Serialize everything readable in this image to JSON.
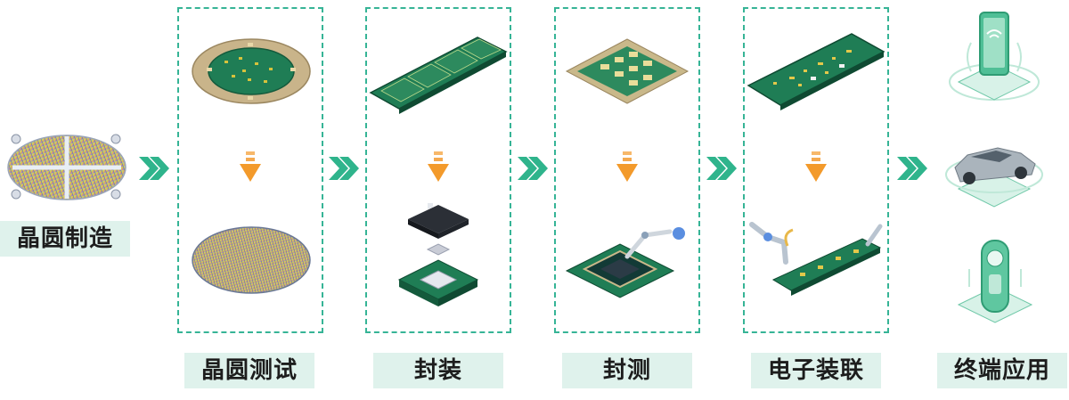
{
  "stages": [
    {
      "label": "晶圆制造"
    },
    {
      "label": "晶圆测试"
    },
    {
      "label": "封装"
    },
    {
      "label": "封测"
    },
    {
      "label": "电子装联"
    },
    {
      "label": "终端应用"
    }
  ],
  "colors": {
    "accent": "#36b496",
    "chevron": "#2fb48c",
    "down_arrow": "#f39a2b",
    "label_bg": "#dff2ec",
    "pcb": "#1f7d55"
  },
  "icons": [
    "wafer-icon",
    "probe-card-icon",
    "chip-strip-icon",
    "chip-package-icon",
    "pcb-board-icon",
    "smartphone-icon",
    "car-icon",
    "smart-lock-icon"
  ]
}
